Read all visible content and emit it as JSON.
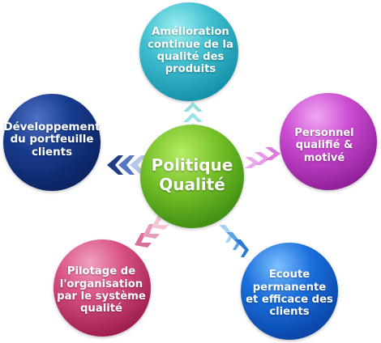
{
  "diagram": {
    "center": {
      "label": "Politique\nQualité",
      "color": "#6fb52a"
    },
    "nodes": [
      {
        "id": "top",
        "label": "Amélioration\ncontinue de la\nqualité des\nproduits",
        "color": "#37b5c8"
      },
      {
        "id": "left",
        "label": "Développement\ndu portfeuille\nclients",
        "color": "#173987"
      },
      {
        "id": "right",
        "label": "Personnel\nqualifié &\nmotivé",
        "color": "#c444cc"
      },
      {
        "id": "bottom-left",
        "label": "Pilotage de\nl'organisation\npar le système\nqualité",
        "color": "#d04a7a"
      },
      {
        "id": "bottom-right",
        "label": "Ecoute\npermanente\net efficace des\nclients",
        "color": "#1764d4"
      }
    ],
    "arrow_colors": {
      "top": "#59c6cf",
      "left": "#1f3d84",
      "right": "#d66ad2",
      "bottom-left": "#db6f9a",
      "bottom-right": "#2b79d5"
    }
  }
}
